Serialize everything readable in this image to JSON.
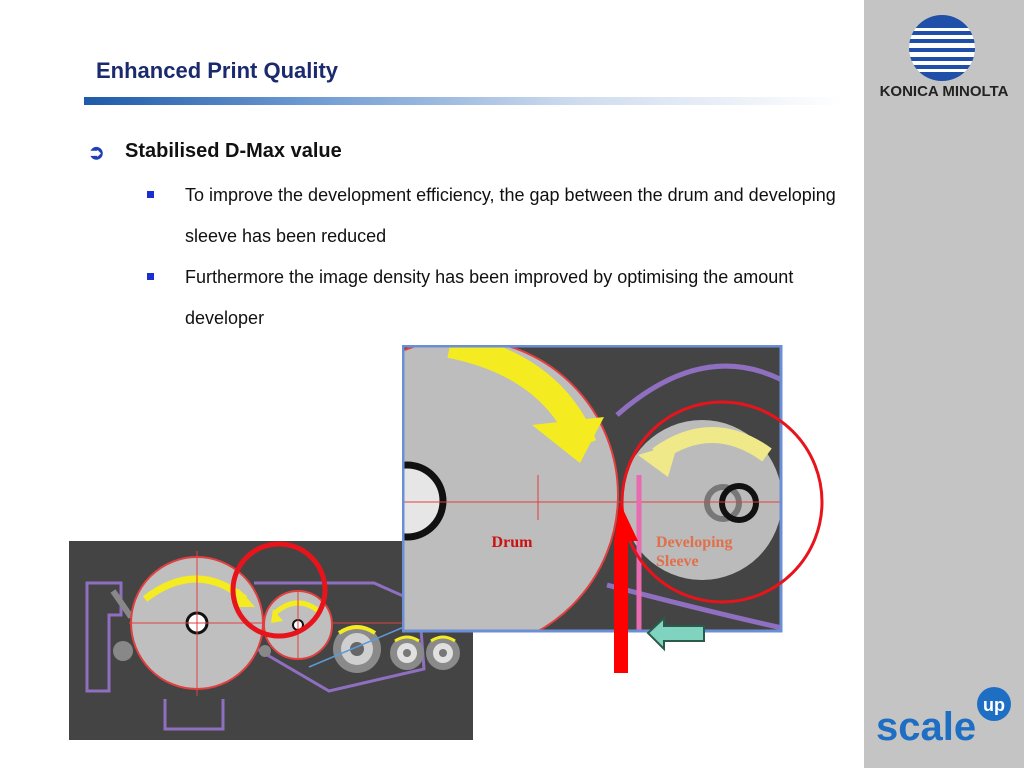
{
  "slide": {
    "title": "Enhanced Print Quality",
    "bullet": {
      "heading": "Stabilised D-Max value",
      "items": [
        "To improve the development efficiency, the gap between the drum and developing sleeve has been reduced",
        "Furthermore the image density has been improved by optimising the amount developer"
      ]
    }
  },
  "figure": {
    "drum_label": "Drum",
    "sleeve_label_line1": "Developing",
    "sleeve_label_line2": "Sleeve"
  },
  "logos": {
    "konica_wordmark": "KONICA MINOLTA",
    "scale_wordmark": "scale",
    "scale_badge": "up"
  },
  "colors": {
    "title": "#1a2a6c",
    "accent_blue": "#1e5aa8",
    "sidebar": "#c4c4c4",
    "highlight_red": "#e8141c",
    "drum_label": "#cc1111",
    "sleeve_label": "#e0704a"
  }
}
